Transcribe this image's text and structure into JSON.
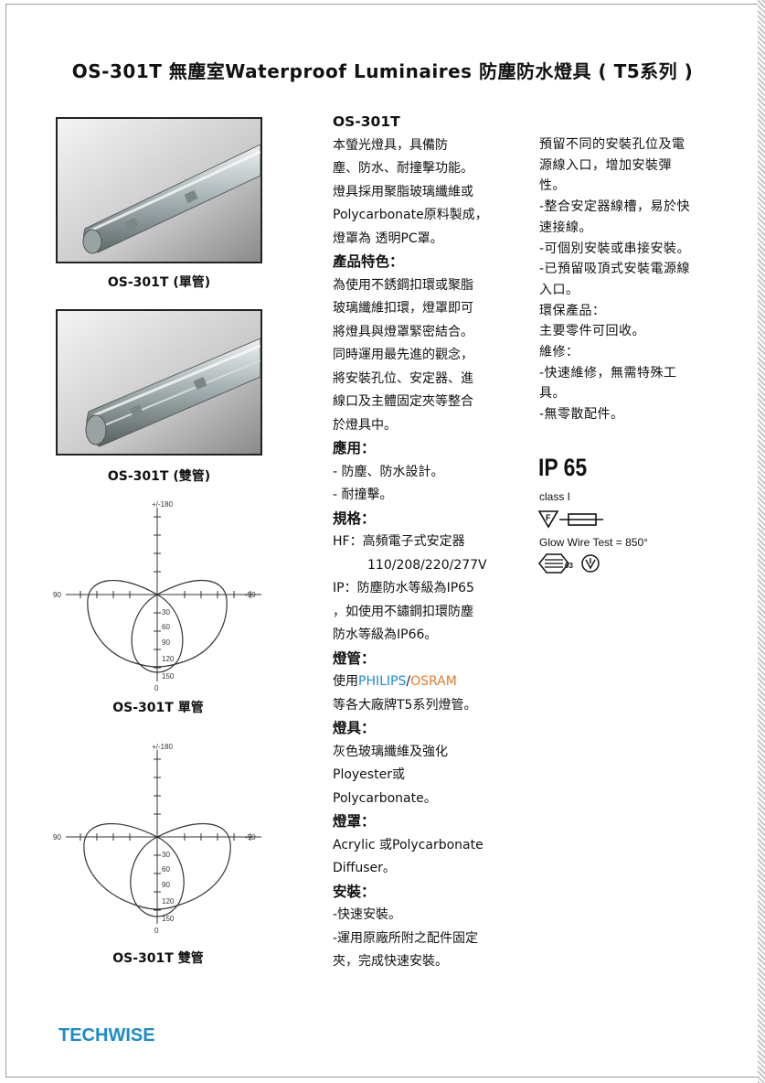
{
  "title": "OS-301T 無塵室Waterproof Luminaires 防塵防水燈具 ( T5系列 )",
  "photos": {
    "single_caption": "OS-301T (單管)",
    "double_caption": "OS-301T (雙管)"
  },
  "polar_diagrams": {
    "top_label": "+/-180",
    "left_label": "90",
    "right_label": "-90",
    "ring_labels": [
      "30",
      "60",
      "90",
      "120",
      "150"
    ],
    "bottom_label": "0",
    "single_caption": "OS-301T 單管",
    "double_caption": "OS-301T 雙管"
  },
  "middle": {
    "model": "OS-301T",
    "intro": [
      "本螢光燈具，具備防",
      "塵、防水、耐撞擊功能。",
      "燈具採用聚脂玻璃纖維或",
      "Polycarbonate原料製成，",
      "燈罩為 透明PC罩。"
    ],
    "features_heading": "產品特色：",
    "features": [
      "為使用不銹鋼扣環或聚脂",
      "玻璃纖維扣環，燈罩即可",
      "將燈具與燈罩緊密結合。",
      "同時運用最先進的觀念，",
      "將安裝孔位、安定器、進",
      "線口及主體固定夾等整合",
      "於燈具中。"
    ],
    "application_heading": "應用：",
    "application": [
      "- 防塵、防水設計。",
      "- 耐撞擊。"
    ],
    "spec_heading": "規格：",
    "spec": [
      "HF：高頻電子式安定器",
      "110/208/220/277V",
      "IP：防塵防水等級為IP65",
      "，如使用不鏽鋼扣環防塵",
      "防水等級為IP66。"
    ],
    "tube_heading": "燈管：",
    "tube_prefix": "使用",
    "tube_philips": "PHILIPS",
    "tube_slash": "/",
    "tube_osram": "OSRAM",
    "tube_line2": "等各大廠牌T5系列燈管。",
    "body_heading": "燈具：",
    "body": [
      "灰色玻璃纖維及強化",
      "Ployester或",
      "Polycarbonate。"
    ],
    "cover_heading": "燈罩：",
    "cover": [
      "Acrylic 或Polycarbonate",
      "Diffuser。"
    ],
    "install_heading": "安裝：",
    "install": [
      "-快速安裝。",
      "-運用原廠所附之配件固定",
      "夾，完成快速安裝。"
    ]
  },
  "right": {
    "lines": [
      "預留不同的安裝孔位及電",
      " 源線入口，增加安裝彈",
      " 性。",
      "-整合安定器線槽，易於快",
      " 速接線。",
      "-可個別安裝或串接安裝。",
      "-已預留吸頂式安裝電源線",
      " 入口。",
      "環保產品：",
      " 主要零件可回收。",
      "維修：",
      "-快速維修，無需特殊工",
      " 具。",
      "-無零散配件。"
    ],
    "ip_rating": "IP 65",
    "class_text": "class I",
    "glow_wire": "Glow Wire Test = 850°",
    "cert_number": "03"
  },
  "brand": "TECHWISE"
}
